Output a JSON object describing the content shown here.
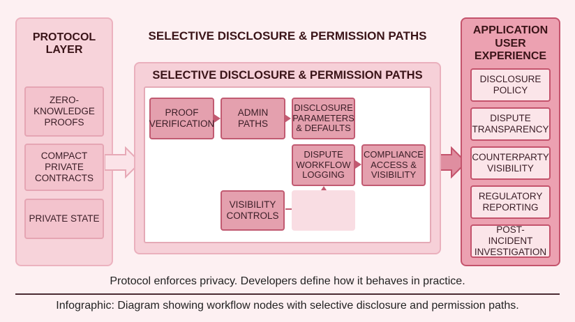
{
  "title": "SELECTIVE DISCLOSURE & PERMISSION PATHS",
  "protocol_layer": {
    "title": "PROTOCOL LAYER",
    "items": [
      "ZERO-KNOWLEDGE PROOFS",
      "COMPACT PRIVATE CONTRACTS",
      "PRIVATE STATE"
    ]
  },
  "workflow": {
    "title": "SELECTIVE DISCLOSURE & PERMISSION PATHS",
    "nodes": {
      "proof_verification": "PROOF VERIFICATION",
      "admin_paths": "ADMIN PATHS",
      "disclosure_parameters": "DISCLOSURE PARAMETERS & DEFAULTS",
      "dispute_workflow": "DISPUTE WORKFLOW LOGGING",
      "compliance_access": "COMPLIANCE ACCESS & VISIBILITY",
      "visibility_controls": "VISIBILITY CONTROLS"
    }
  },
  "application_layer": {
    "title": "APPLICATION USER EXPERIENCE",
    "items": [
      "DISCLOSURE POLICY",
      "DISPUTE TRANSPARENCY",
      "COUNTERPARTY VISIBILITY",
      "REGULATORY REPORTING",
      "POST-INCIDENT INVESTIGATION"
    ]
  },
  "tagline": "Protocol enforces privacy. Developers define how it behaves in practice.",
  "caption": "Infographic: Diagram showing workflow nodes with selective disclosure and permission paths."
}
